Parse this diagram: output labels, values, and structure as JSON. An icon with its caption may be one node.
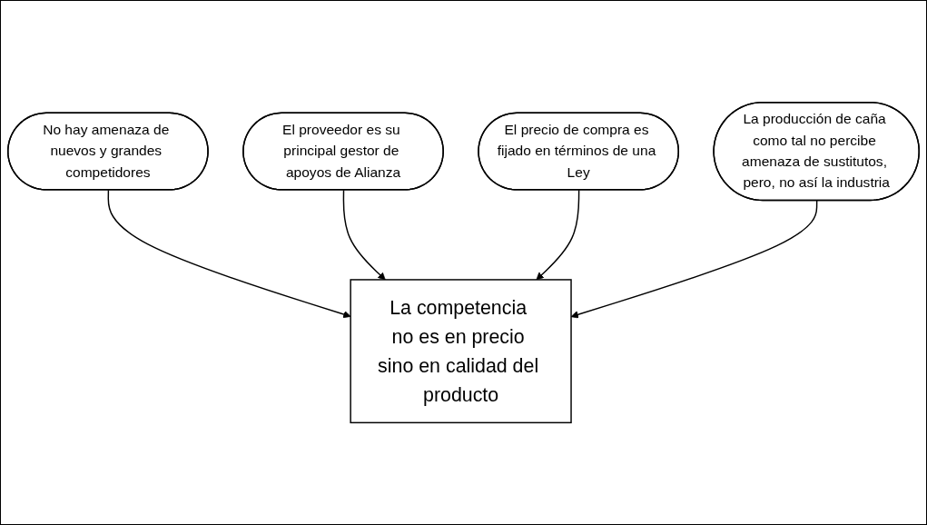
{
  "diagram": {
    "nodes": [
      {
        "text": [
          "No hay amenaza de nuevos y grandes competidores"
        ]
      },
      {
        "text": [
          "El proveedor es su principal gestor de apoyos de Alianza"
        ]
      },
      {
        "text": [
          "La competencia no es en precio sino en calidad del producto"
        ]
      },
      {
        "text": [
          "El precio de compra es fijado en términos de una Ley"
        ]
      },
      {
        "text": [
          "La producción de caña como tal no percibe amenaza de sustitutos, pero, no así la industria"
        ]
      }
    ],
    "edges": [
      {
        "from": 0,
        "to": 2,
        "arrow": "to"
      },
      {
        "from": 1,
        "to": 2,
        "arrow": "to"
      },
      {
        "from": 3,
        "to": 2,
        "arrow": "to"
      },
      {
        "from": 4,
        "to": 2,
        "arrow": "to"
      }
    ]
  }
}
